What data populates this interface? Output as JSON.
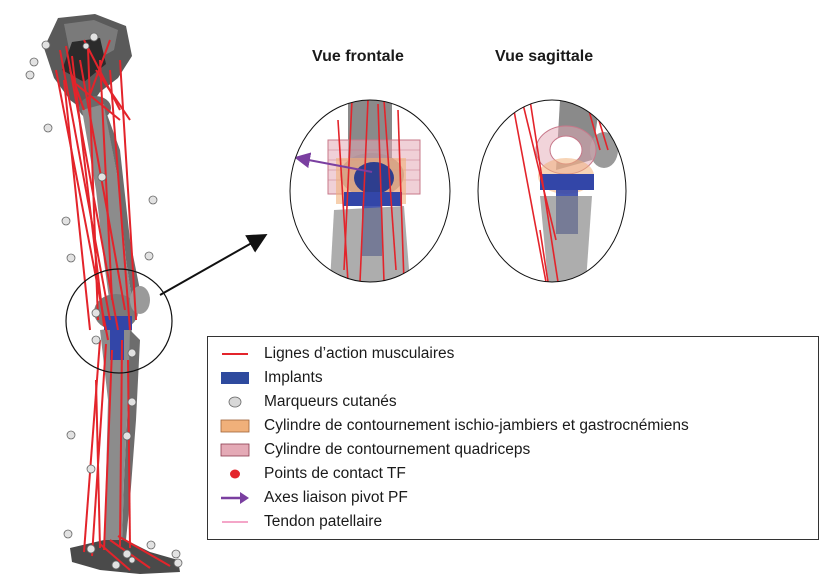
{
  "views": {
    "frontal_title": "Vue frontale",
    "sagittal_title": "Vue sagittale"
  },
  "legend": {
    "items": [
      {
        "label": "Lignes d’action musculaires",
        "symbol": "line",
        "color": "#e3242b"
      },
      {
        "label": "Implants",
        "symbol": "rect",
        "color": "#2e4a9e"
      },
      {
        "label": "Marqueurs cutanés",
        "symbol": "ellipse",
        "color": "#cfcfcf"
      },
      {
        "label": "Cylindre de contournement ischio-jambiers et gastrocnémiens",
        "symbol": "rect",
        "color": "#f0b07a"
      },
      {
        "label": "Cylindre de contournement quadriceps",
        "symbol": "rect",
        "color": "#e4aab6"
      },
      {
        "label": "Points de contact TF",
        "symbol": "dot",
        "color": "#e3242b"
      },
      {
        "label": "Axes liaison pivot PF",
        "symbol": "arrow",
        "color": "#7a3fa0"
      },
      {
        "label": "Tendon patellaire",
        "symbol": "line",
        "color": "#f4a6c8"
      }
    ]
  },
  "colors": {
    "bone": "#5e5e5e",
    "bone_light": "#9a9a9a",
    "muscle": "#e3242b",
    "implant": "#3346a8",
    "marker": "#dcdcdc"
  }
}
